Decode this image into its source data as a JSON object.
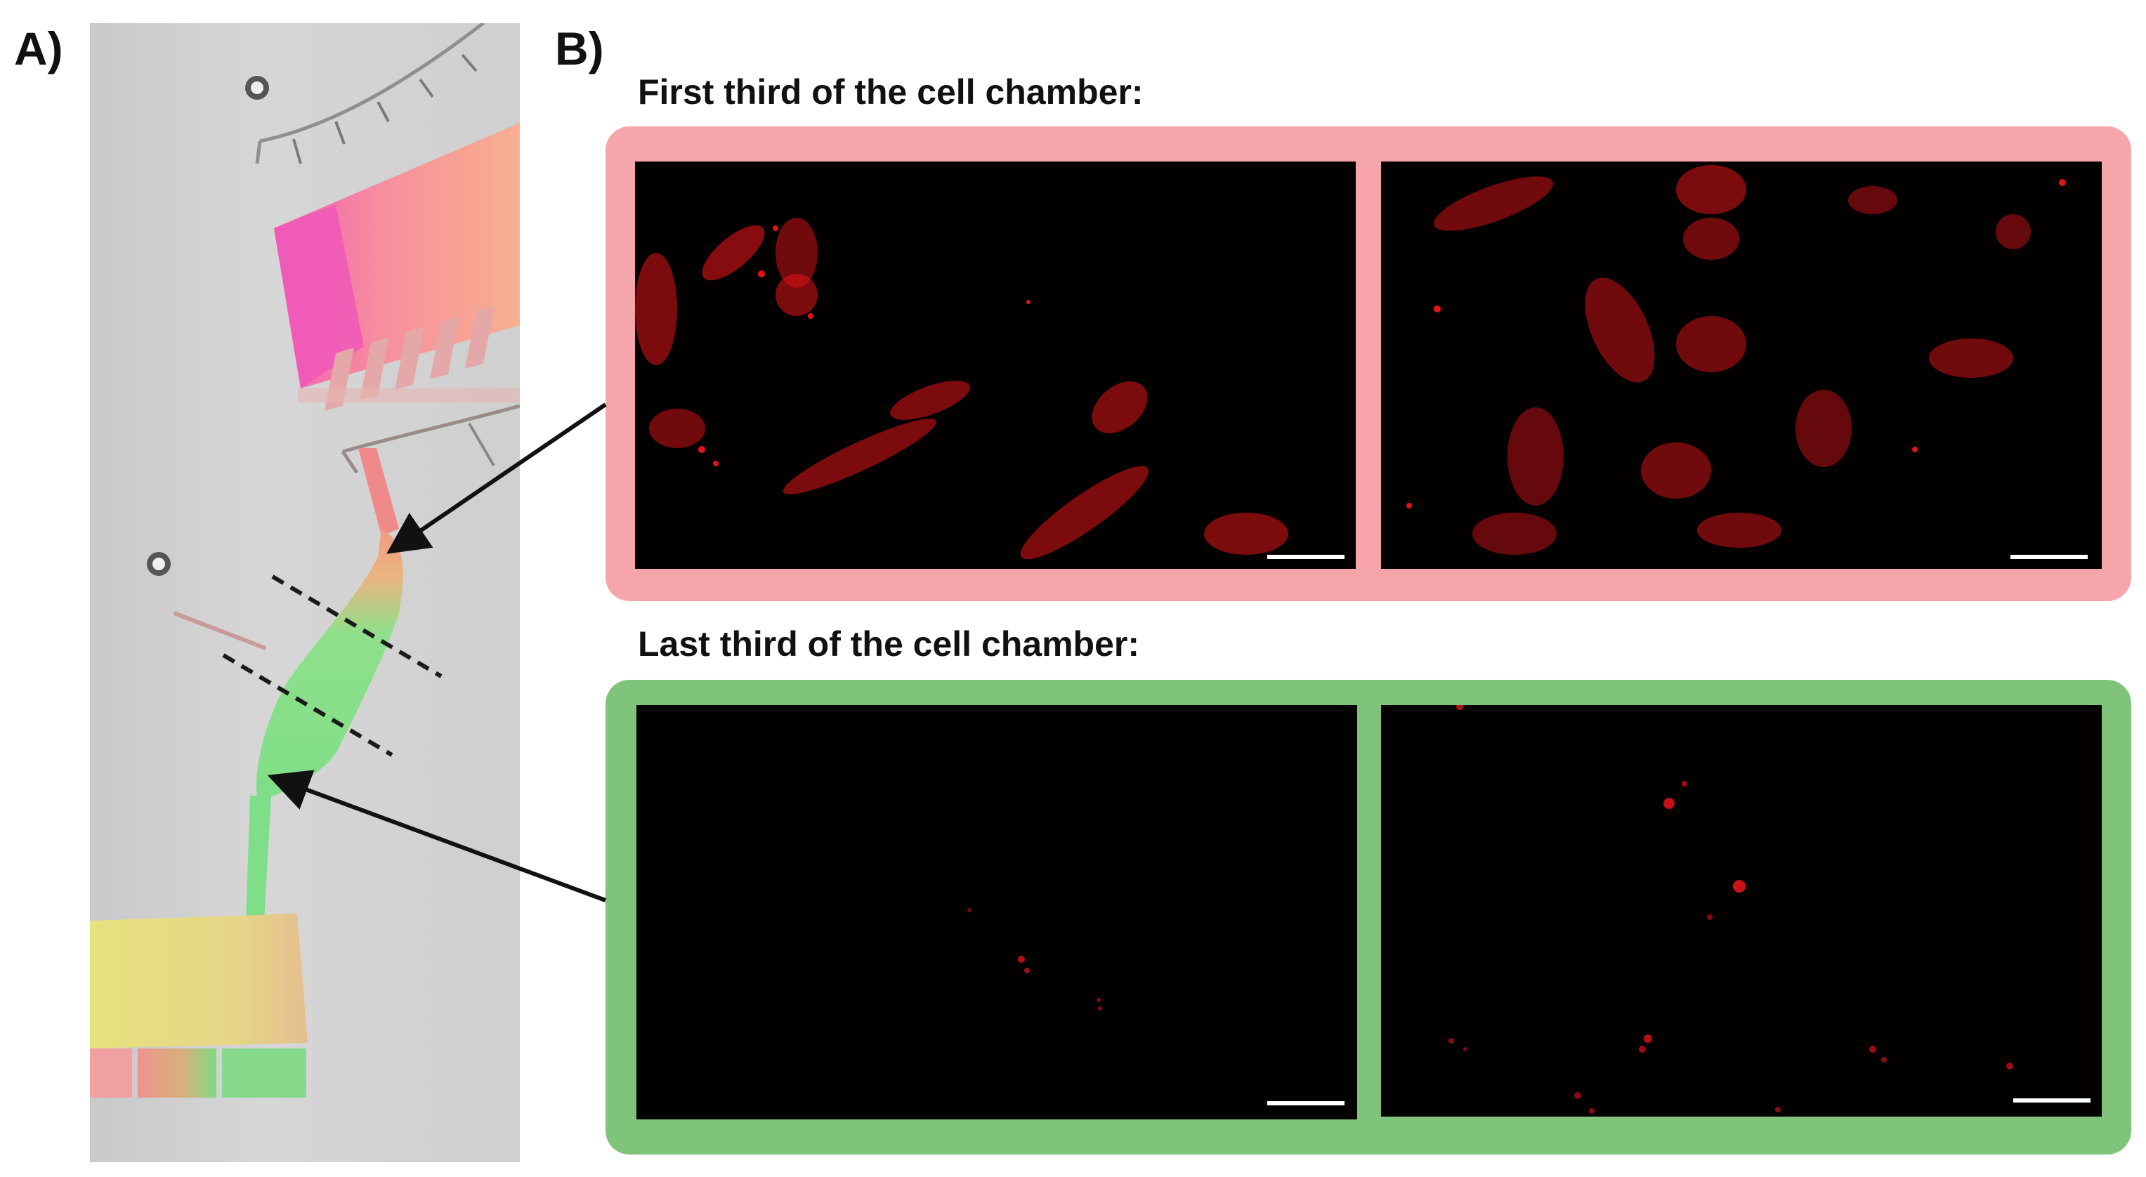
{
  "panel_a": {
    "label": "A)"
  },
  "panel_b": {
    "label": "B)",
    "sections": [
      {
        "heading": "First third of the cell chamber:",
        "frame_color": "#f6a6aa",
        "signal": "dense red cell staining"
      },
      {
        "heading": "Last third of the cell chamber:",
        "frame_color": "#80c47c",
        "signal": "sparse red cell staining"
      }
    ]
  },
  "colors": {
    "pink_frame": "#f6a6aa",
    "green_frame": "#80c47c",
    "fluorescence": "#e0141a",
    "image_background": "#030000",
    "inlet_pink": "#f79a9a",
    "inlet_magenta": "#f25fb5",
    "outlet_yellow": "#e3e07e",
    "channel_green": "#82e08a"
  }
}
